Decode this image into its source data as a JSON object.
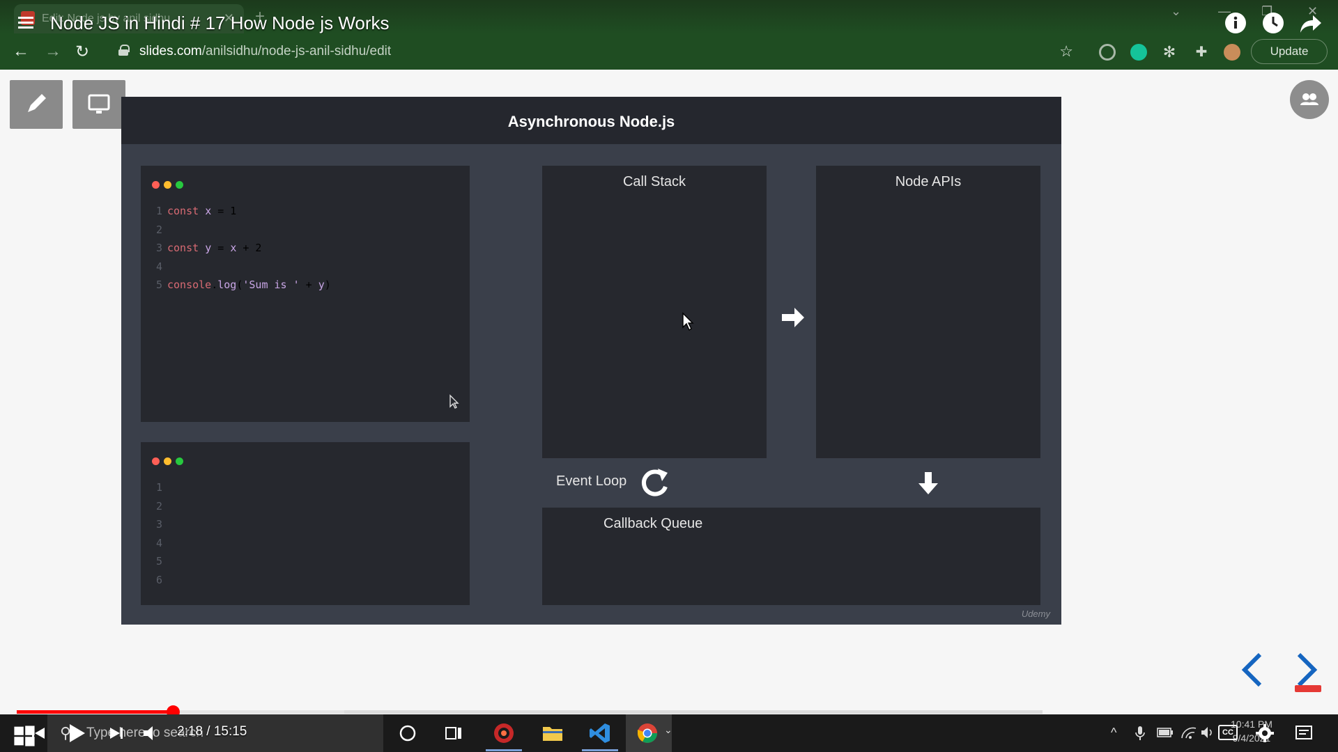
{
  "browser": {
    "tab_title": "Edit: Node js by anil sidhu",
    "url_host": "slides.com",
    "url_path": "/anilsidhu/node-js-anil-sidhu/edit",
    "update_label": "Update"
  },
  "youtube": {
    "video_title": "Node JS in Hindi # 17 How Node js Works",
    "time_display": "2:18 / 15:15",
    "cc_label": "CC",
    "progress_fraction": 0.152
  },
  "slide": {
    "title": "Asynchronous Node.js",
    "code_lines": [
      {
        "n": "1",
        "code": "const x = 1"
      },
      {
        "n": "2",
        "code": ""
      },
      {
        "n": "3",
        "code": "const y = x + 2"
      },
      {
        "n": "4",
        "code": ""
      },
      {
        "n": "5",
        "code": "console.log('Sum is ' + y)"
      }
    ],
    "output_line_numbers": [
      "1",
      "2",
      "3",
      "4",
      "5",
      "6"
    ],
    "call_stack_label": "Call Stack",
    "node_apis_label": "Node APIs",
    "event_loop_label": "Event Loop",
    "callback_queue_label": "Callback Queue",
    "watermark": "Udemy"
  },
  "taskbar": {
    "search_placeholder": "Type here to search",
    "clock_time": "10:41 PM",
    "clock_date": "9/4/2021"
  },
  "colors": {
    "chrome_green": "#1f4d22",
    "slide_bg": "#3a3f4a",
    "panel_bg": "#26282e",
    "progress_red": "#ff0000",
    "nav_blue": "#1565c0"
  }
}
